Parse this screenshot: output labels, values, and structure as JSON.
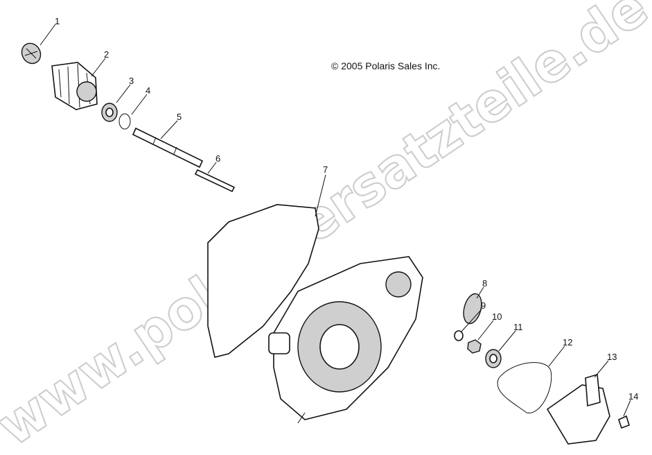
{
  "copyright": "© 2005 Polaris Sales Inc.",
  "watermark": "www.polarisersatzteile.de",
  "callouts": [
    "1",
    "2",
    "3",
    "4",
    "5",
    "6",
    "7",
    "8",
    "9",
    "10",
    "11",
    "12",
    "13",
    "14"
  ]
}
